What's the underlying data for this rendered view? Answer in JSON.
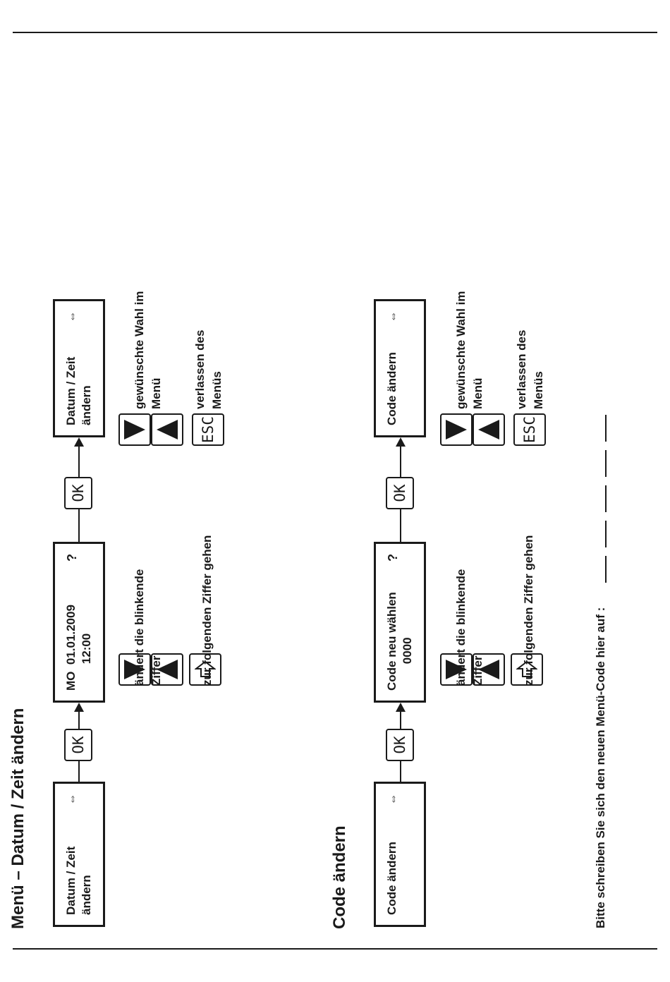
{
  "section1": {
    "heading": "Menü – Datum / Zeit ändern",
    "lcd1": {
      "line1": "Datum / Zeit",
      "line2": "ändern",
      "mark": "⇔"
    },
    "ok1": "OK",
    "lcd2": {
      "line1": "MO  01.01.2009",
      "line2": "        12:00",
      "mark": "?"
    },
    "ok2": "OK",
    "lcd3": {
      "line1": "Datum / Zeit",
      "line2": "ändern",
      "mark": "⇔"
    },
    "note_arrows_mid": {
      "line1": "ändert die blinkende",
      "line2": "Ziffer"
    },
    "note_shift": "zur folgenden Ziffer gehen",
    "note_arrows_right": {
      "line1": "gewünschte Wahl im",
      "line2": "Menü"
    },
    "esc_label": "ESC",
    "note_esc": {
      "line1": "verlassen des",
      "line2": "Menüs"
    }
  },
  "section2": {
    "heading": "Code ändern",
    "lcd1": {
      "line1": "Code ändern",
      "mark": "⇔"
    },
    "ok1": "OK",
    "lcd2": {
      "line1": "Code neu wählen",
      "line2": "        0000",
      "mark": "?"
    },
    "ok2": "OK",
    "lcd3": {
      "line1": "Code ändern",
      "mark": "⇔"
    },
    "note_arrows_mid": {
      "line1": "ändert die blinkende",
      "line2": "Ziffer"
    },
    "note_shift": "zur folgenden Ziffer gehen",
    "note_arrows_right": {
      "line1": "gewünschte Wahl im",
      "line2": "Menü"
    },
    "esc_label": "ESC",
    "note_esc": {
      "line1": "verlassen des",
      "line2": "Menüs"
    }
  },
  "footer_note": "Bitte schreiben Sie sich den neuen Menü-Code hier auf :"
}
